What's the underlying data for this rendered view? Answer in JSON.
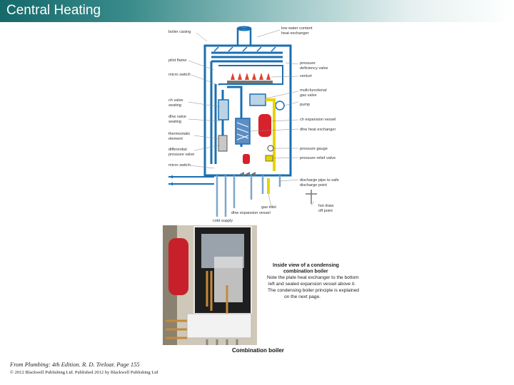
{
  "slide": {
    "title": "Central Heating",
    "source": "From Plumbing: 4th Edition. R. D. Treloar. Page 155",
    "copyright": "© 2012 Blackwell Publishing Ltd. Published 2012 by Blackwell Publishing Ltd"
  },
  "diagram": {
    "left_labels": [
      "boiler casing",
      "pilot flame",
      "micro switch",
      "ch valve seating",
      "dhw valve seating",
      "thermostatic element",
      "differential pressure valve",
      "micro switch"
    ],
    "right_labels": [
      "low water content heat exchanger",
      "pressure deficiency valve",
      "venturi",
      "multi-functional gas valve",
      "pump",
      "ch expansion vessel",
      "dhw heat exchanger",
      "pressure gauge",
      "pressure relief valve",
      "discharge pipe to safe discharge point",
      "hot draw off point"
    ],
    "bottom_labels": [
      "gas inlet",
      "dhw expansion vessel",
      "cold supply"
    ],
    "colors": {
      "ch_water": "#1a6fb0",
      "gas": "#e8d400",
      "expansion_vessel": "#d9212c",
      "flame": "#e2412b"
    }
  },
  "photo": {
    "caption_title": "Inside view of a condensing combination boiler",
    "caption_lines": [
      "Note the plate heat exchanger to the bottom",
      "left and sealed expansion vessel above it.",
      "The condensing boiler principle is explained",
      "on the next page."
    ],
    "figure_label": "Combination boiler"
  }
}
